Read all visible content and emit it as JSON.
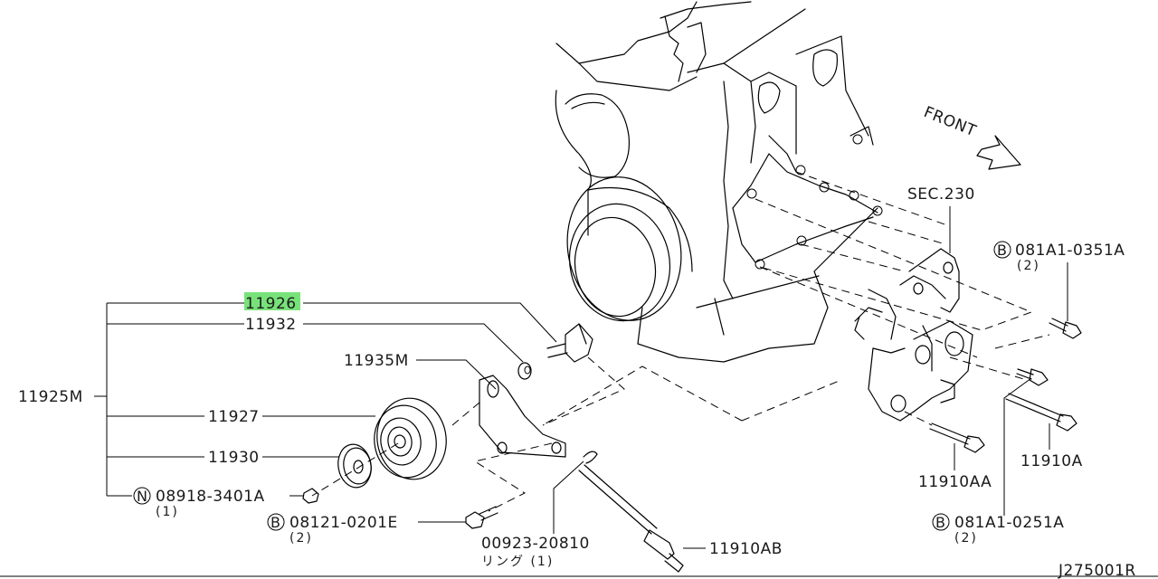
{
  "colors": {
    "highlight": "#78e27a",
    "ink": "#000000"
  },
  "labels": {
    "p11926": "11926",
    "p11932": "11932",
    "p11935M": "11935M",
    "p11925M": "11925M",
    "p11927": "11927",
    "p11930": "11930",
    "nut_prefix": "N",
    "nut_code": "08918-3401A",
    "nut_qty": "(1)",
    "bolt1_prefix": "B",
    "bolt1_code": "08121-0201E",
    "bolt1_qty": "(2)",
    "ring_code": "00923-20810",
    "ring_name": "リング (1)",
    "p11910AB": "11910AB",
    "p11910AA": "11910AA",
    "p11910A": "11910A",
    "bolt2_prefix": "B",
    "bolt2_code": "081A1-0251A",
    "bolt2_qty": "(2)",
    "bolt3_prefix": "B",
    "bolt3_code": "081A1-0351A",
    "bolt3_qty": "(2)",
    "sec": "SEC.230",
    "front": "FRONT",
    "drawing_code": "J275001R"
  }
}
